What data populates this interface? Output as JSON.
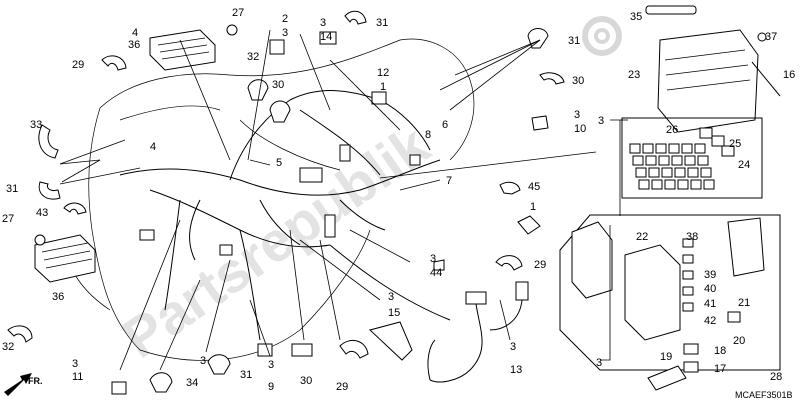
{
  "watermark": {
    "text": "Partsrepublik"
  },
  "reference_code": "MCAEF3501B",
  "direction_label": "FR.",
  "callouts": [
    {
      "id": "c35",
      "text": "35"
    },
    {
      "id": "c37",
      "text": "37"
    },
    {
      "id": "c16",
      "text": "16"
    },
    {
      "id": "c23",
      "text": "23"
    },
    {
      "id": "c3a",
      "text": "3"
    },
    {
      "id": "c26",
      "text": "26"
    },
    {
      "id": "c25",
      "text": "25"
    },
    {
      "id": "c24",
      "text": "24"
    },
    {
      "id": "c4",
      "text": "4"
    },
    {
      "id": "c36a",
      "text": "36"
    },
    {
      "id": "c27a",
      "text": "27"
    },
    {
      "id": "c2",
      "text": "2"
    },
    {
      "id": "c3b",
      "text": "3"
    },
    {
      "id": "c3c",
      "text": "3"
    },
    {
      "id": "c14",
      "text": "14"
    },
    {
      "id": "c31a",
      "text": "31"
    },
    {
      "id": "c31b",
      "text": "31"
    },
    {
      "id": "c29a",
      "text": "29"
    },
    {
      "id": "c32a",
      "text": "32"
    },
    {
      "id": "c30a",
      "text": "30"
    },
    {
      "id": "c30b",
      "text": "30"
    },
    {
      "id": "c12",
      "text": "12"
    },
    {
      "id": "c1a",
      "text": "1"
    },
    {
      "id": "c3d",
      "text": "3"
    },
    {
      "id": "c10",
      "text": "10"
    },
    {
      "id": "c33",
      "text": "33"
    },
    {
      "id": "c4b",
      "text": "4"
    },
    {
      "id": "c5",
      "text": "5"
    },
    {
      "id": "c6",
      "text": "6"
    },
    {
      "id": "c8",
      "text": "8"
    },
    {
      "id": "c7",
      "text": "7"
    },
    {
      "id": "c45",
      "text": "45"
    },
    {
      "id": "c31c",
      "text": "31"
    },
    {
      "id": "c43",
      "text": "43"
    },
    {
      "id": "c27b",
      "text": "27"
    },
    {
      "id": "c36b",
      "text": "36"
    },
    {
      "id": "c1b",
      "text": "1"
    },
    {
      "id": "c3e",
      "text": "3"
    },
    {
      "id": "c44",
      "text": "44"
    },
    {
      "id": "c29b",
      "text": "29"
    },
    {
      "id": "c22",
      "text": "22"
    },
    {
      "id": "c38",
      "text": "38"
    },
    {
      "id": "c39",
      "text": "39"
    },
    {
      "id": "c40",
      "text": "40"
    },
    {
      "id": "c41",
      "text": "41"
    },
    {
      "id": "c42",
      "text": "42"
    },
    {
      "id": "c21",
      "text": "21"
    },
    {
      "id": "c20",
      "text": "20"
    },
    {
      "id": "c3f",
      "text": "3"
    },
    {
      "id": "c15",
      "text": "15"
    },
    {
      "id": "c3g",
      "text": "3"
    },
    {
      "id": "c13",
      "text": "13"
    },
    {
      "id": "c32b",
      "text": "32"
    },
    {
      "id": "c3h",
      "text": "3"
    },
    {
      "id": "c11",
      "text": "11"
    },
    {
      "id": "c34",
      "text": "34"
    },
    {
      "id": "c3i",
      "text": "3"
    },
    {
      "id": "c31d",
      "text": "31"
    },
    {
      "id": "c3j",
      "text": "3"
    },
    {
      "id": "c9",
      "text": "9"
    },
    {
      "id": "c30c",
      "text": "30"
    },
    {
      "id": "c29c",
      "text": "29"
    },
    {
      "id": "c3k",
      "text": "3"
    },
    {
      "id": "c19",
      "text": "19"
    },
    {
      "id": "c18",
      "text": "18"
    },
    {
      "id": "c17",
      "text": "17"
    },
    {
      "id": "c28",
      "text": "28"
    }
  ]
}
